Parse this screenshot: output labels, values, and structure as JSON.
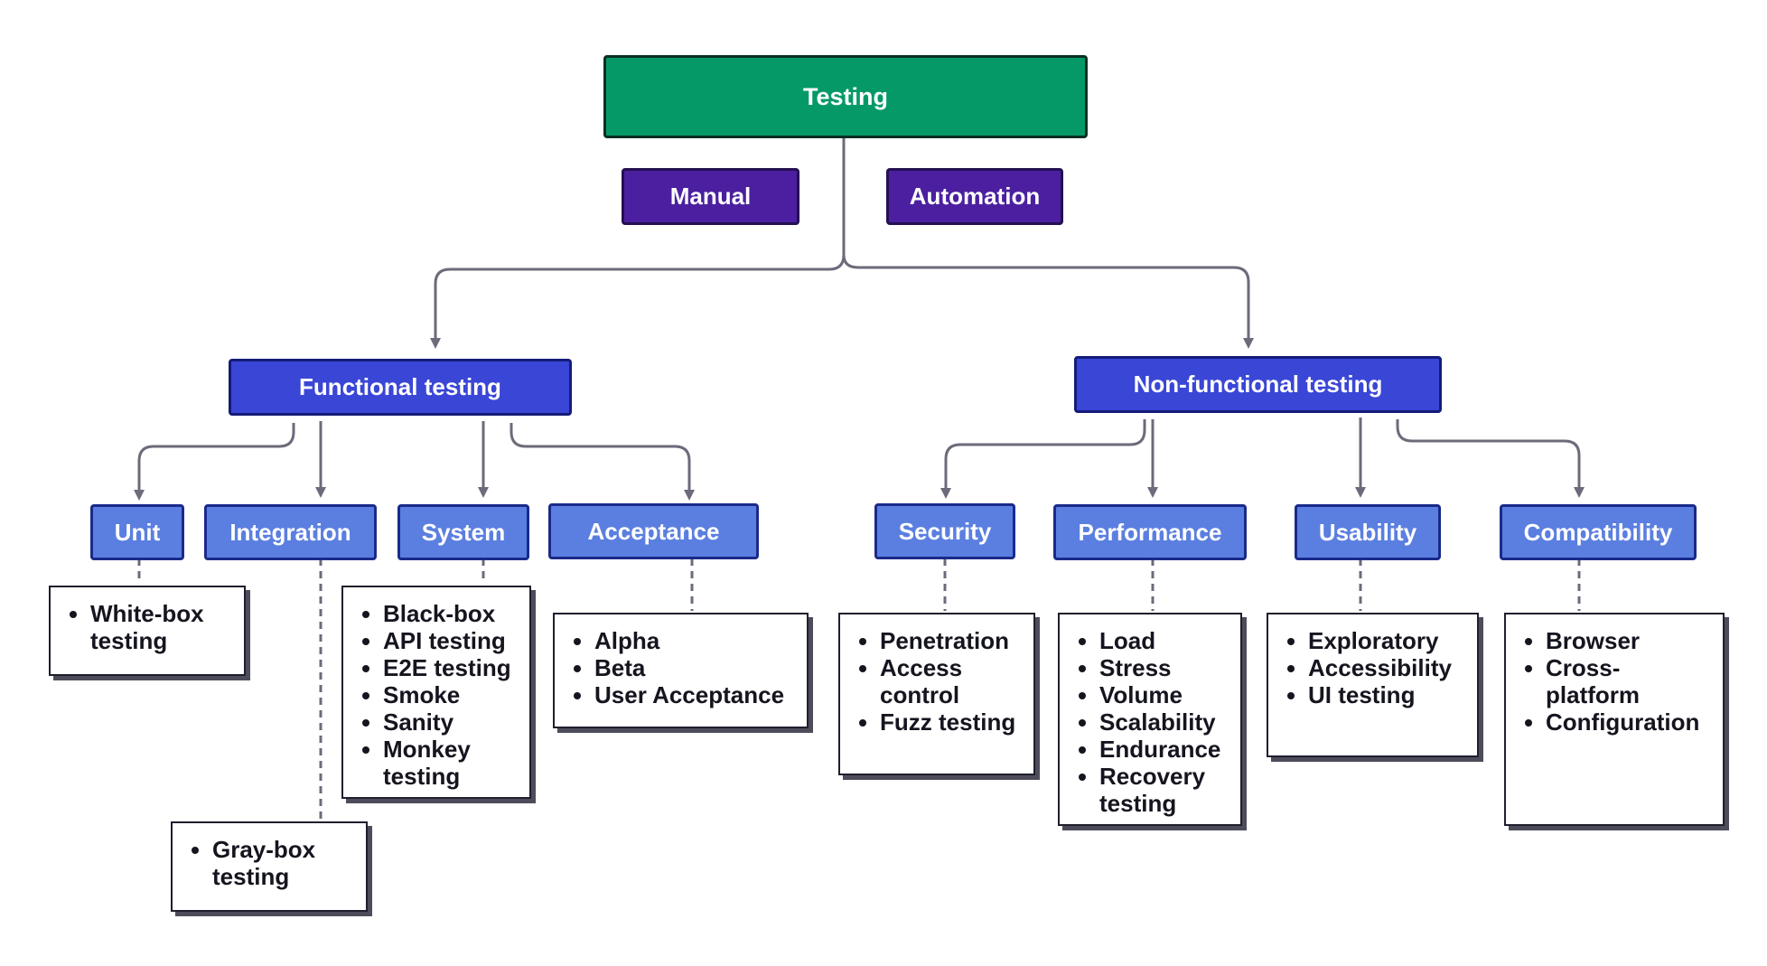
{
  "root": {
    "label": "Testing"
  },
  "modes": [
    {
      "label": "Manual"
    },
    {
      "label": "Automation"
    }
  ],
  "categories": [
    {
      "label": "Functional testing"
    },
    {
      "label": "Non-functional testing"
    }
  ],
  "functional": [
    {
      "label": "Unit",
      "items": [
        "White-box testing"
      ]
    },
    {
      "label": "Integration",
      "items": [
        "Gray-box testing"
      ]
    },
    {
      "label": "System",
      "items": [
        "Black-box",
        "API testing",
        "E2E testing",
        "Smoke",
        "Sanity",
        "Monkey testing"
      ]
    },
    {
      "label": "Acceptance",
      "items": [
        "Alpha",
        "Beta",
        "User Acceptance"
      ]
    }
  ],
  "non_functional": [
    {
      "label": "Security",
      "items": [
        "Penetration",
        "Access control",
        "Fuzz testing"
      ]
    },
    {
      "label": "Performance",
      "items": [
        "Load",
        "Stress",
        "Volume",
        "Scalability",
        "Endurance",
        "Recovery testing"
      ]
    },
    {
      "label": "Usability",
      "items": [
        "Exploratory",
        "Accessibility",
        "UI testing"
      ]
    },
    {
      "label": "Compatibility",
      "items": [
        "Browser",
        "Cross-platform",
        "Configuration"
      ]
    }
  ],
  "colors": {
    "root": "#069968",
    "mode": "#4b1fa0",
    "category": "#3a46d6",
    "subtype": "#5b7fe0",
    "connector": "#6b6b7b"
  }
}
